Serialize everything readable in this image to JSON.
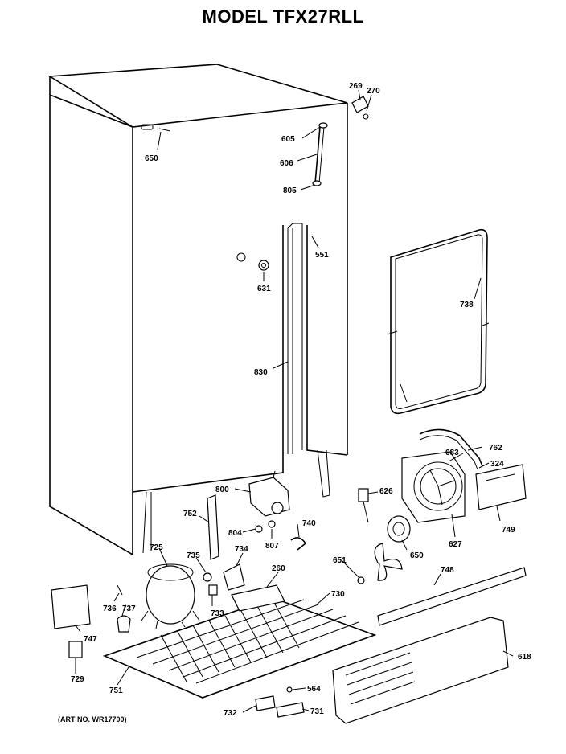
{
  "title": "MODEL TFX27RLL",
  "art_number": "(ART NO. WR17700)",
  "parts": {
    "p269": "269",
    "p270": "270",
    "p605": "605",
    "p606": "606",
    "p805": "805",
    "p650a": "650",
    "p551": "551",
    "p631": "631",
    "p738": "738",
    "p830": "830",
    "p762": "762",
    "p683": "683",
    "p324": "324",
    "p626": "626",
    "p800": "800",
    "p752": "752",
    "p740": "740",
    "p804": "804",
    "p807": "807",
    "p749": "749",
    "p627": "627",
    "p725": "725",
    "p735": "735",
    "p734": "734",
    "p651": "651",
    "p650b": "650",
    "p748": "748",
    "p260": "260",
    "p730": "730",
    "p736": "736",
    "p737": "737",
    "p733": "733",
    "p747": "747",
    "p618": "618",
    "p729": "729",
    "p751": "751",
    "p564": "564",
    "p732": "732",
    "p731": "731"
  }
}
